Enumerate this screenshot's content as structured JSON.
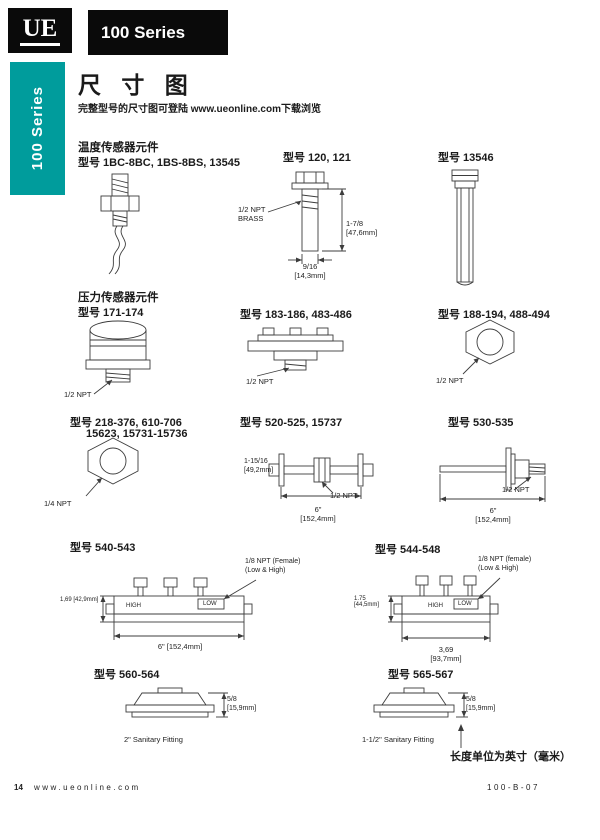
{
  "brand": {
    "logo": "UE",
    "header_title": "100 Series",
    "sidebar_label": "100 Series"
  },
  "intro": {
    "title": "尺 寸 图",
    "subtitle": "完整型号的尺寸图可登陆 www.ueonline.com下载浏览"
  },
  "temp": {
    "heading": "温度传感器元件",
    "model_a": "型号 1BC-8BC, 1BS-8BS, 13545",
    "model_b": "型号 120, 121",
    "model_c": "型号 13546",
    "figb_npt1": "1/2 NPT",
    "figb_npt2": "BRASS",
    "figb_h1": "1-7/8",
    "figb_h2": "[47,6mm]",
    "figb_w1": "9/16",
    "figb_w2": "[14,3mm]"
  },
  "press": {
    "heading": "压力传感器元件",
    "model_a": "型号 171-174",
    "model_b": "型号 183-186, 483-486",
    "model_c": "型号 188-194, 488-494",
    "figa_npt": "1/2 NPT",
    "figb_npt": "1/2 NPT",
    "figc_npt": "1/2 NPT"
  },
  "row3": {
    "model_a1": "型号 218-376, 610-706",
    "model_a2": "15623, 15731-15736",
    "model_b": "型号 520-525, 15737",
    "model_c": "型号 530-535",
    "figa_npt": "1/4 NPT",
    "figb_d1a": "1-15/16",
    "figb_d1b": "[49,2mm]",
    "figb_npt": "1/2 NPT",
    "figb_len1": "6\"",
    "figb_len2": "[152,4mm]",
    "figc_npt": "1/2 NPT",
    "figc_len1": "6\"",
    "figc_len2": "[152,4mm]"
  },
  "row4": {
    "model_a": "型号 540-543",
    "model_b": "型号 544-548",
    "figa_npt1": "1/8 NPT (Female)",
    "figa_npt2": "(Low & High)",
    "figa_h": "1,69 [42,9mm]",
    "figa_high": "HIGH",
    "figa_low": "LOW",
    "figa_len": "6\" [152,4mm]",
    "figb_npt1": "1/8 NPT (female)",
    "figb_npt2": "(Low & High)",
    "figb_h1": "1.75",
    "figb_h2": "[44,5mm]",
    "figb_high": "HIGH",
    "figb_low": "LOW",
    "figb_len1": "3,69",
    "figb_len2": "[93,7mm]"
  },
  "row5": {
    "model_a": "型号 560-564",
    "model_b": "型号 565-567",
    "figa_d1": "5/8",
    "figa_d2": "[15,9mm]",
    "figa_caption": "2\" Sanitary Fitting",
    "figb_d1": "5/8",
    "figb_d2": "[15,9mm]",
    "figb_caption": "1-1/2\" Sanitary Fitting"
  },
  "footer": {
    "units_note": "长度单位为英寸（毫米）",
    "page_number": "14",
    "site": "www.ueonline.com",
    "doc_code": "100-B-07"
  }
}
